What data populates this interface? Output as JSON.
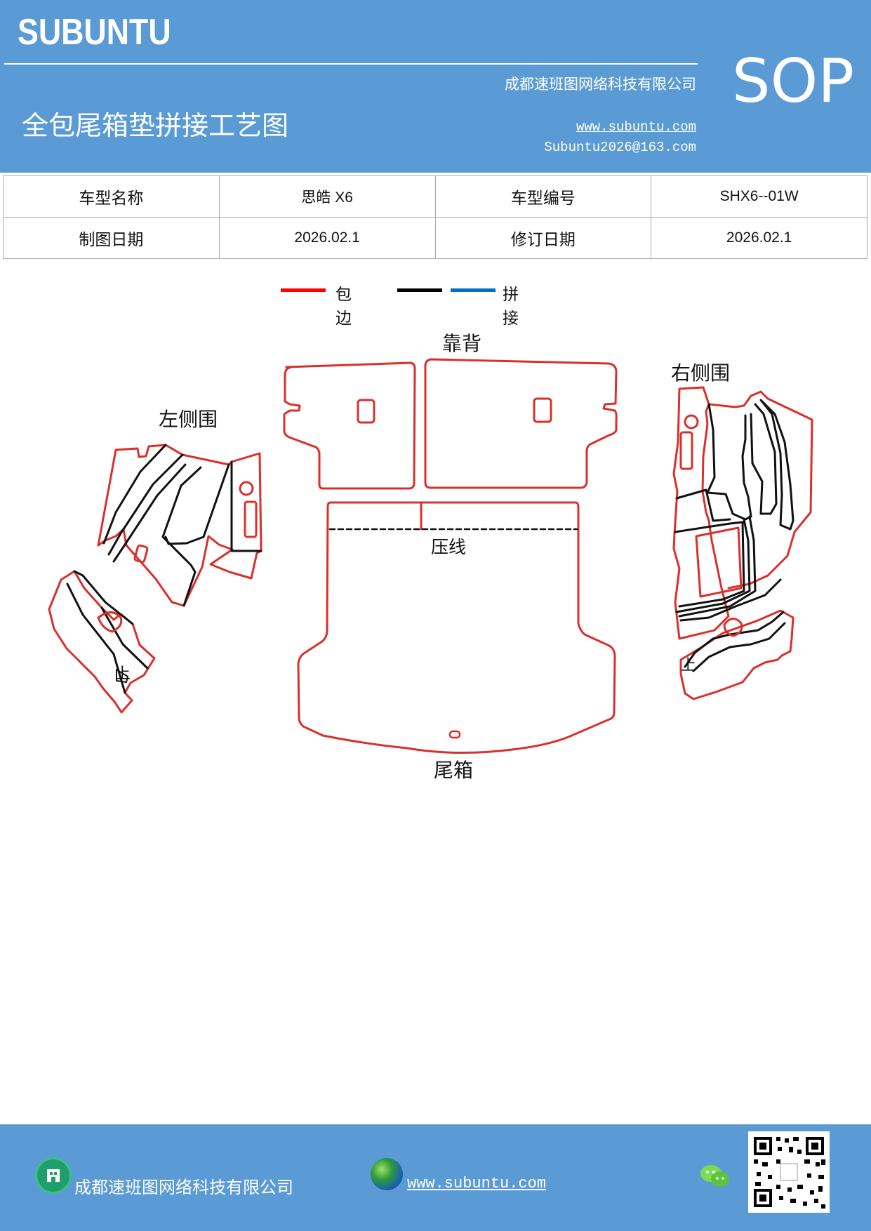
{
  "header": {
    "brand": "SUBUNTU",
    "sop": "SOP",
    "company": "成都速班图网络科技有限公司",
    "title": "全包尾箱垫拼接工艺图",
    "website": "www.subuntu.com",
    "email": "Subuntu2026@163.com"
  },
  "info_table": {
    "row1": {
      "label1": "车型名称",
      "value1": "思皓 X6",
      "label2": "车型编号",
      "value2": "SHX6--01W"
    },
    "row2": {
      "label1": "制图日期",
      "value1": "2026.02.1",
      "label2": "修订日期",
      "value2": "2026.02.1"
    }
  },
  "legend": {
    "edging": {
      "label": "包边",
      "color": "#ff0000"
    },
    "splice": {
      "label": "拼接",
      "colors": [
        "#000000",
        "#0070c0"
      ]
    }
  },
  "diagram": {
    "labels": {
      "backrest": "靠背",
      "left_side": "左侧围",
      "right_side": "右侧围",
      "press_line": "压线",
      "trunk": "尾箱",
      "left_up": "上",
      "right_up": "上"
    },
    "edge_color": "#d9302c",
    "seam_color": "#111111"
  },
  "footer": {
    "company": "成都速班图网络科技有限公司",
    "website": "www.subuntu.com"
  }
}
